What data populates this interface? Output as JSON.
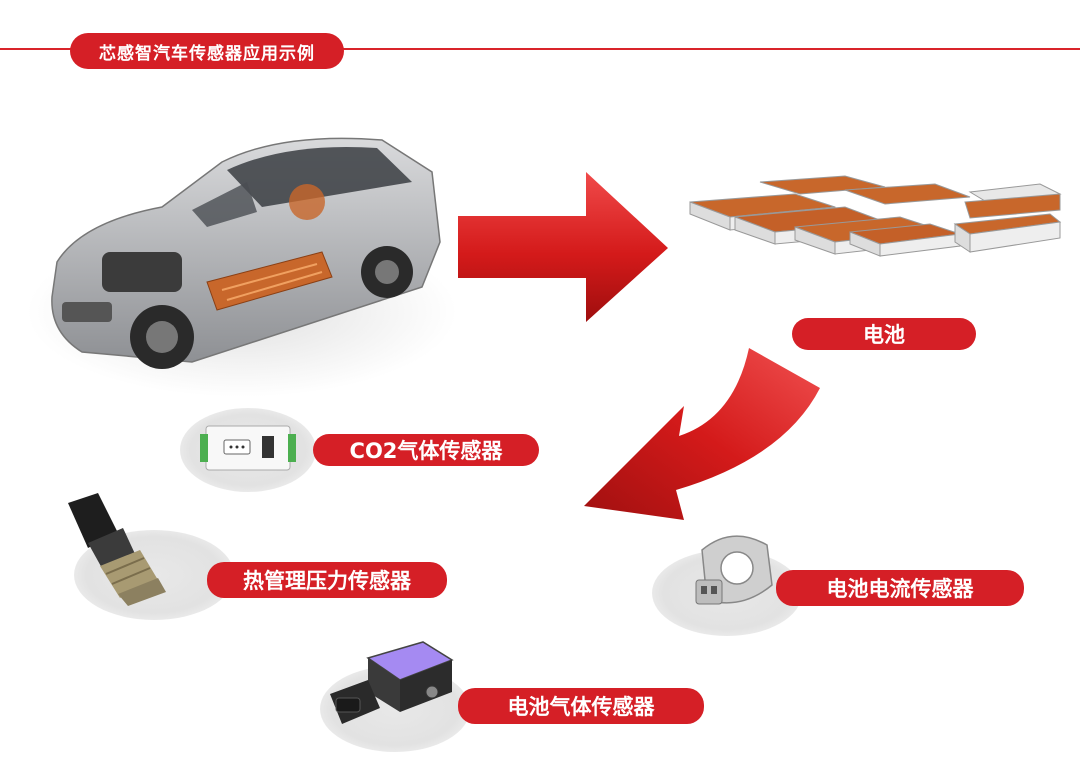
{
  "header": {
    "title": "芯感智汽车传感器应用示例"
  },
  "battery": {
    "label": "电池"
  },
  "sensors": {
    "co2": "CO2气体传感器",
    "thermal_pressure": "热管理压力传感器",
    "battery_current": "电池电流传感器",
    "battery_gas": "电池气体传感器"
  },
  "colors": {
    "accent": "#d51f26",
    "battery_orange": "#c8672b"
  }
}
